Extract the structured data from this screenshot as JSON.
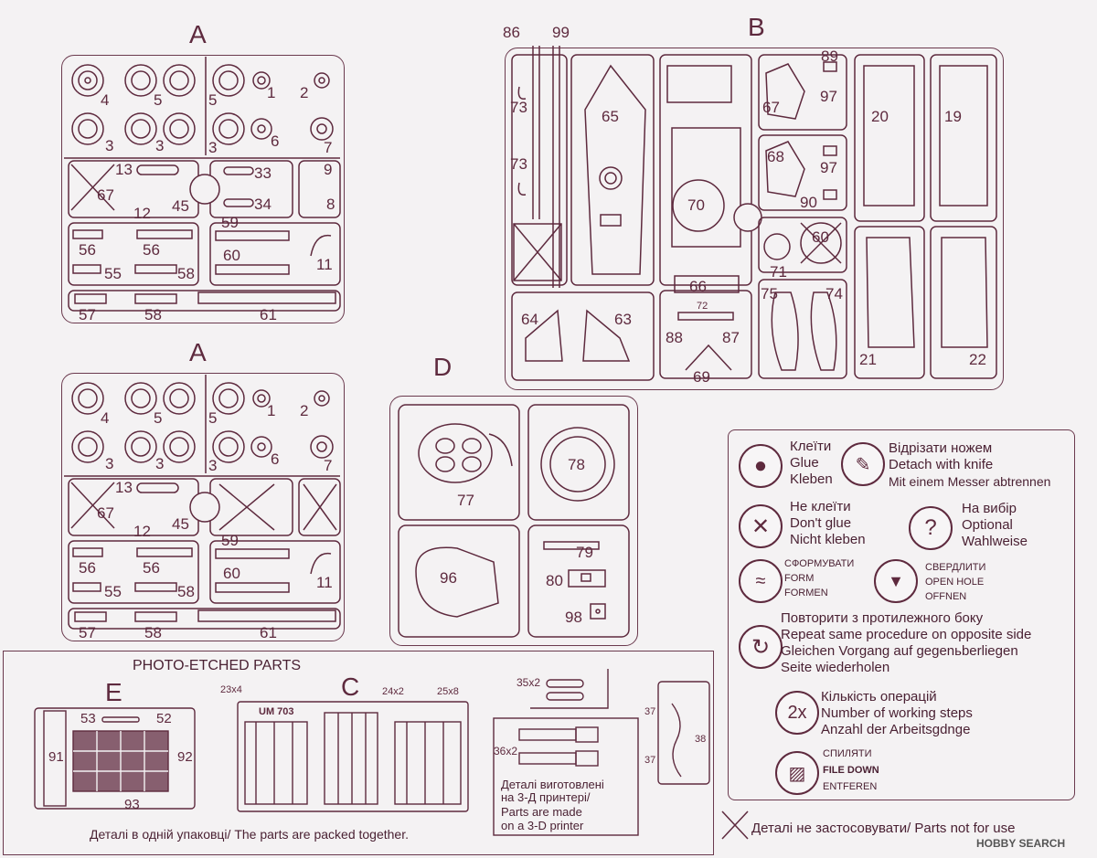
{
  "sprues": {
    "A": "A",
    "B": "B",
    "D": "D",
    "C": "C",
    "E": "E"
  },
  "sprue_a": {
    "parts": [
      "4",
      "5",
      "3",
      "3",
      "5",
      "1",
      "2",
      "3",
      "6",
      "7",
      "13",
      "33",
      "9",
      "67",
      "12",
      "45",
      "34",
      "8",
      "59",
      "56",
      "56",
      "60",
      "11",
      "55",
      "58",
      "57",
      "58",
      "61"
    ]
  },
  "sprue_a2": {
    "parts": [
      "4",
      "5",
      "3",
      "3",
      "5",
      "1",
      "2",
      "3",
      "6",
      "7",
      "13",
      "67",
      "12",
      "45",
      "59",
      "56",
      "56",
      "60",
      "11",
      "55",
      "58",
      "57",
      "58",
      "61"
    ]
  },
  "sprue_b": {
    "parts": [
      "86",
      "99",
      "73",
      "73",
      "65",
      "89",
      "97",
      "67",
      "20",
      "19",
      "97",
      "68",
      "90",
      "70",
      "60",
      "71",
      "75",
      "74",
      "66",
      "72",
      "64",
      "63",
      "88",
      "87",
      "69",
      "21",
      "22"
    ]
  },
  "sprue_d": {
    "parts": [
      "77",
      "78",
      "79",
      "96",
      "80",
      "98"
    ]
  },
  "photo_etched": {
    "title": "PHOTO-ETCHED PARTS",
    "e_parts": [
      "53",
      "52",
      "91",
      "92",
      "93"
    ],
    "c_counts": [
      "23x4",
      "24x2",
      "25x8"
    ],
    "c_plate": "UM 703",
    "footer": "Деталі в одній упаковці/ The parts are packed together."
  },
  "printed": {
    "count_a": "35x2",
    "count_b": "36x2",
    "note_line1": "Деталі виготовлені",
    "note_line2": "на 3-Д принтері/",
    "note_line3": "Parts are made",
    "note_line4": "on a 3-D printer",
    "p37a": "37",
    "p37b": "37",
    "p38": "38"
  },
  "legend": {
    "glue": [
      "Клеїти",
      "Glue",
      "Kleben"
    ],
    "knife": [
      "Відрізати ножем",
      "Detach with knife",
      "Mit einem Messer abtrennen"
    ],
    "noglue": [
      "Не клеїти",
      "Don't glue",
      "Nicht kleben"
    ],
    "optional": [
      "На вибір",
      "Optional",
      "Wahlweise"
    ],
    "form": [
      "СФОРМУВАТИ",
      "FORM",
      "FORMEN"
    ],
    "drill": [
      "СВЕРДЛИТИ",
      "OPEN HOLE",
      "OFFNEN"
    ],
    "repeat": [
      "Повторити з протилежного боку",
      "Repeat same procedure on opposite side",
      "Gleichen Vorgang auf gegenьberliegen",
      "Seite wiederholen"
    ],
    "steps": [
      "Кількість операцій",
      "Number of working steps",
      "Anzahl der Arbeitsgdnge"
    ],
    "steps_symbol": "2x",
    "file": [
      "СПИЛЯТИ",
      "FILE DOWN",
      "ENTFEREN"
    ],
    "optional_symbol": "?",
    "not_use": "Деталі не застосовувати/ Parts not for use"
  },
  "watermark": "HOBBY SEARCH",
  "colors": {
    "ink": "#5e2a3e",
    "paper": "#f4f2f3"
  }
}
